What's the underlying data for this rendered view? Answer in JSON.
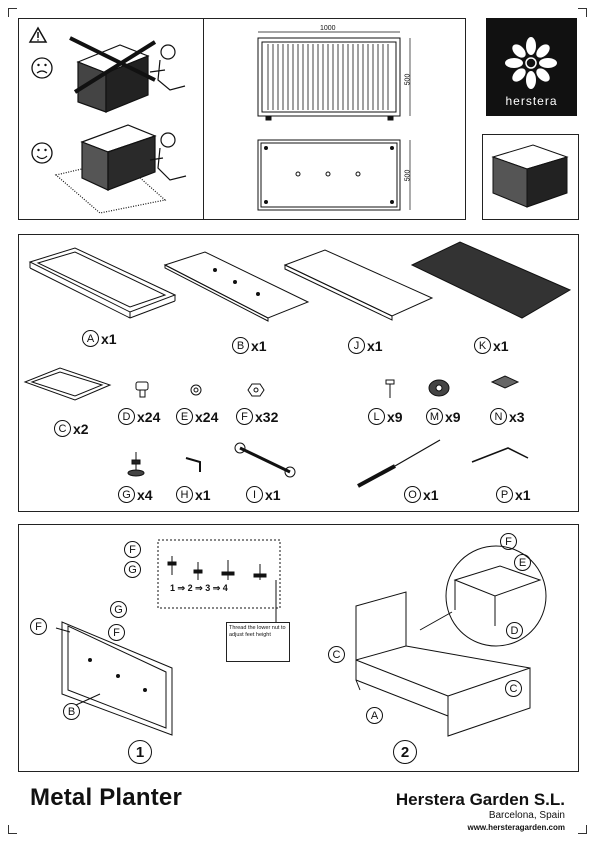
{
  "header": {
    "brand_name": "herstera",
    "drawing_dimensions": {
      "length": "1000",
      "height": "500",
      "width": "500"
    }
  },
  "parts": [
    {
      "letter": "A",
      "qty": "x1"
    },
    {
      "letter": "B",
      "qty": "x1"
    },
    {
      "letter": "J",
      "qty": "x1"
    },
    {
      "letter": "K",
      "qty": "x1"
    },
    {
      "letter": "C",
      "qty": "x2"
    },
    {
      "letter": "D",
      "qty": "x24"
    },
    {
      "letter": "E",
      "qty": "x24"
    },
    {
      "letter": "F",
      "qty": "x32"
    },
    {
      "letter": "L",
      "qty": "x9"
    },
    {
      "letter": "M",
      "qty": "x9"
    },
    {
      "letter": "N",
      "qty": "x3"
    },
    {
      "letter": "G",
      "qty": "x4"
    },
    {
      "letter": "H",
      "qty": "x1"
    },
    {
      "letter": "I",
      "qty": "x1"
    },
    {
      "letter": "O",
      "qty": "x1"
    },
    {
      "letter": "P",
      "qty": "x1"
    }
  ],
  "assembly": {
    "callouts": [
      "F",
      "G",
      "G",
      "F",
      "F",
      "B",
      "C",
      "C",
      "A",
      "F",
      "E",
      "D"
    ],
    "sequence": {
      "s1": "1",
      "arrow1": "⇒",
      "s2": "2",
      "arrow2": "⇒",
      "s3": "3",
      "arrow3": "⇒",
      "s4": "4"
    },
    "note": "Thread the lower nut to adjust feet height",
    "steps": [
      "1",
      "2"
    ]
  },
  "footer": {
    "product_title": "Metal Planter",
    "company": "Herstera Garden S.L.",
    "city": "Barcelona, Spain",
    "website": "www.hersteragarden.com"
  },
  "icons": [
    "warning-icon",
    "sad-face-icon",
    "happy-face-icon",
    "flower-logo-icon"
  ]
}
